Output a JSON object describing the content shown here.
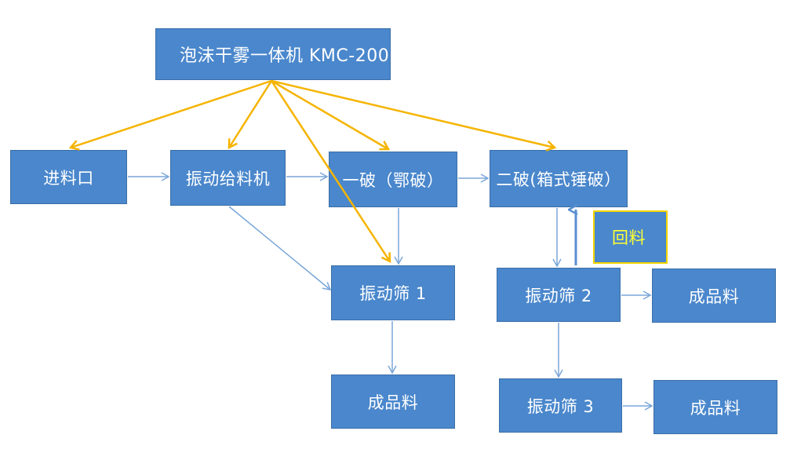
{
  "nodes": {
    "machine": "泡沫干雾一体机 KMC-200",
    "inlet": "进料口",
    "feeder": "振动给料机",
    "primary_crusher": "一破（鄂破）",
    "secondary_crusher": "二破(箱式锤破）",
    "recycle": "回料",
    "screen_1": "振动筛 1",
    "screen_2": "振动筛 2",
    "screen_3": "振动筛 3",
    "product_1": "成品料",
    "product_2": "成品料",
    "product_3": "成品料"
  },
  "colors": {
    "box_fill": "#4a87cc",
    "flow_arrow": "#7aa6d8",
    "spray_arrow": "#f5b400",
    "recycle_border": "#f2d400",
    "recycle_text": "#ffff33"
  }
}
